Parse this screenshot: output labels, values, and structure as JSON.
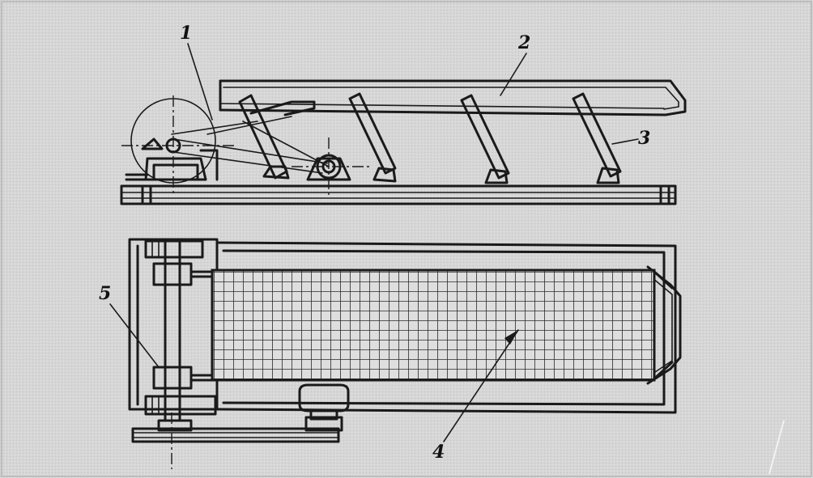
{
  "callouts": [
    {
      "id": "1",
      "label": "1"
    },
    {
      "id": "2",
      "label": "2"
    },
    {
      "id": "3",
      "label": "3"
    },
    {
      "id": "4",
      "label": "4"
    },
    {
      "id": "5",
      "label": "5"
    }
  ],
  "colors": {
    "background": "#d8d8d8",
    "ink": "#1a1a1a",
    "mesh": "#2a2a2a"
  }
}
